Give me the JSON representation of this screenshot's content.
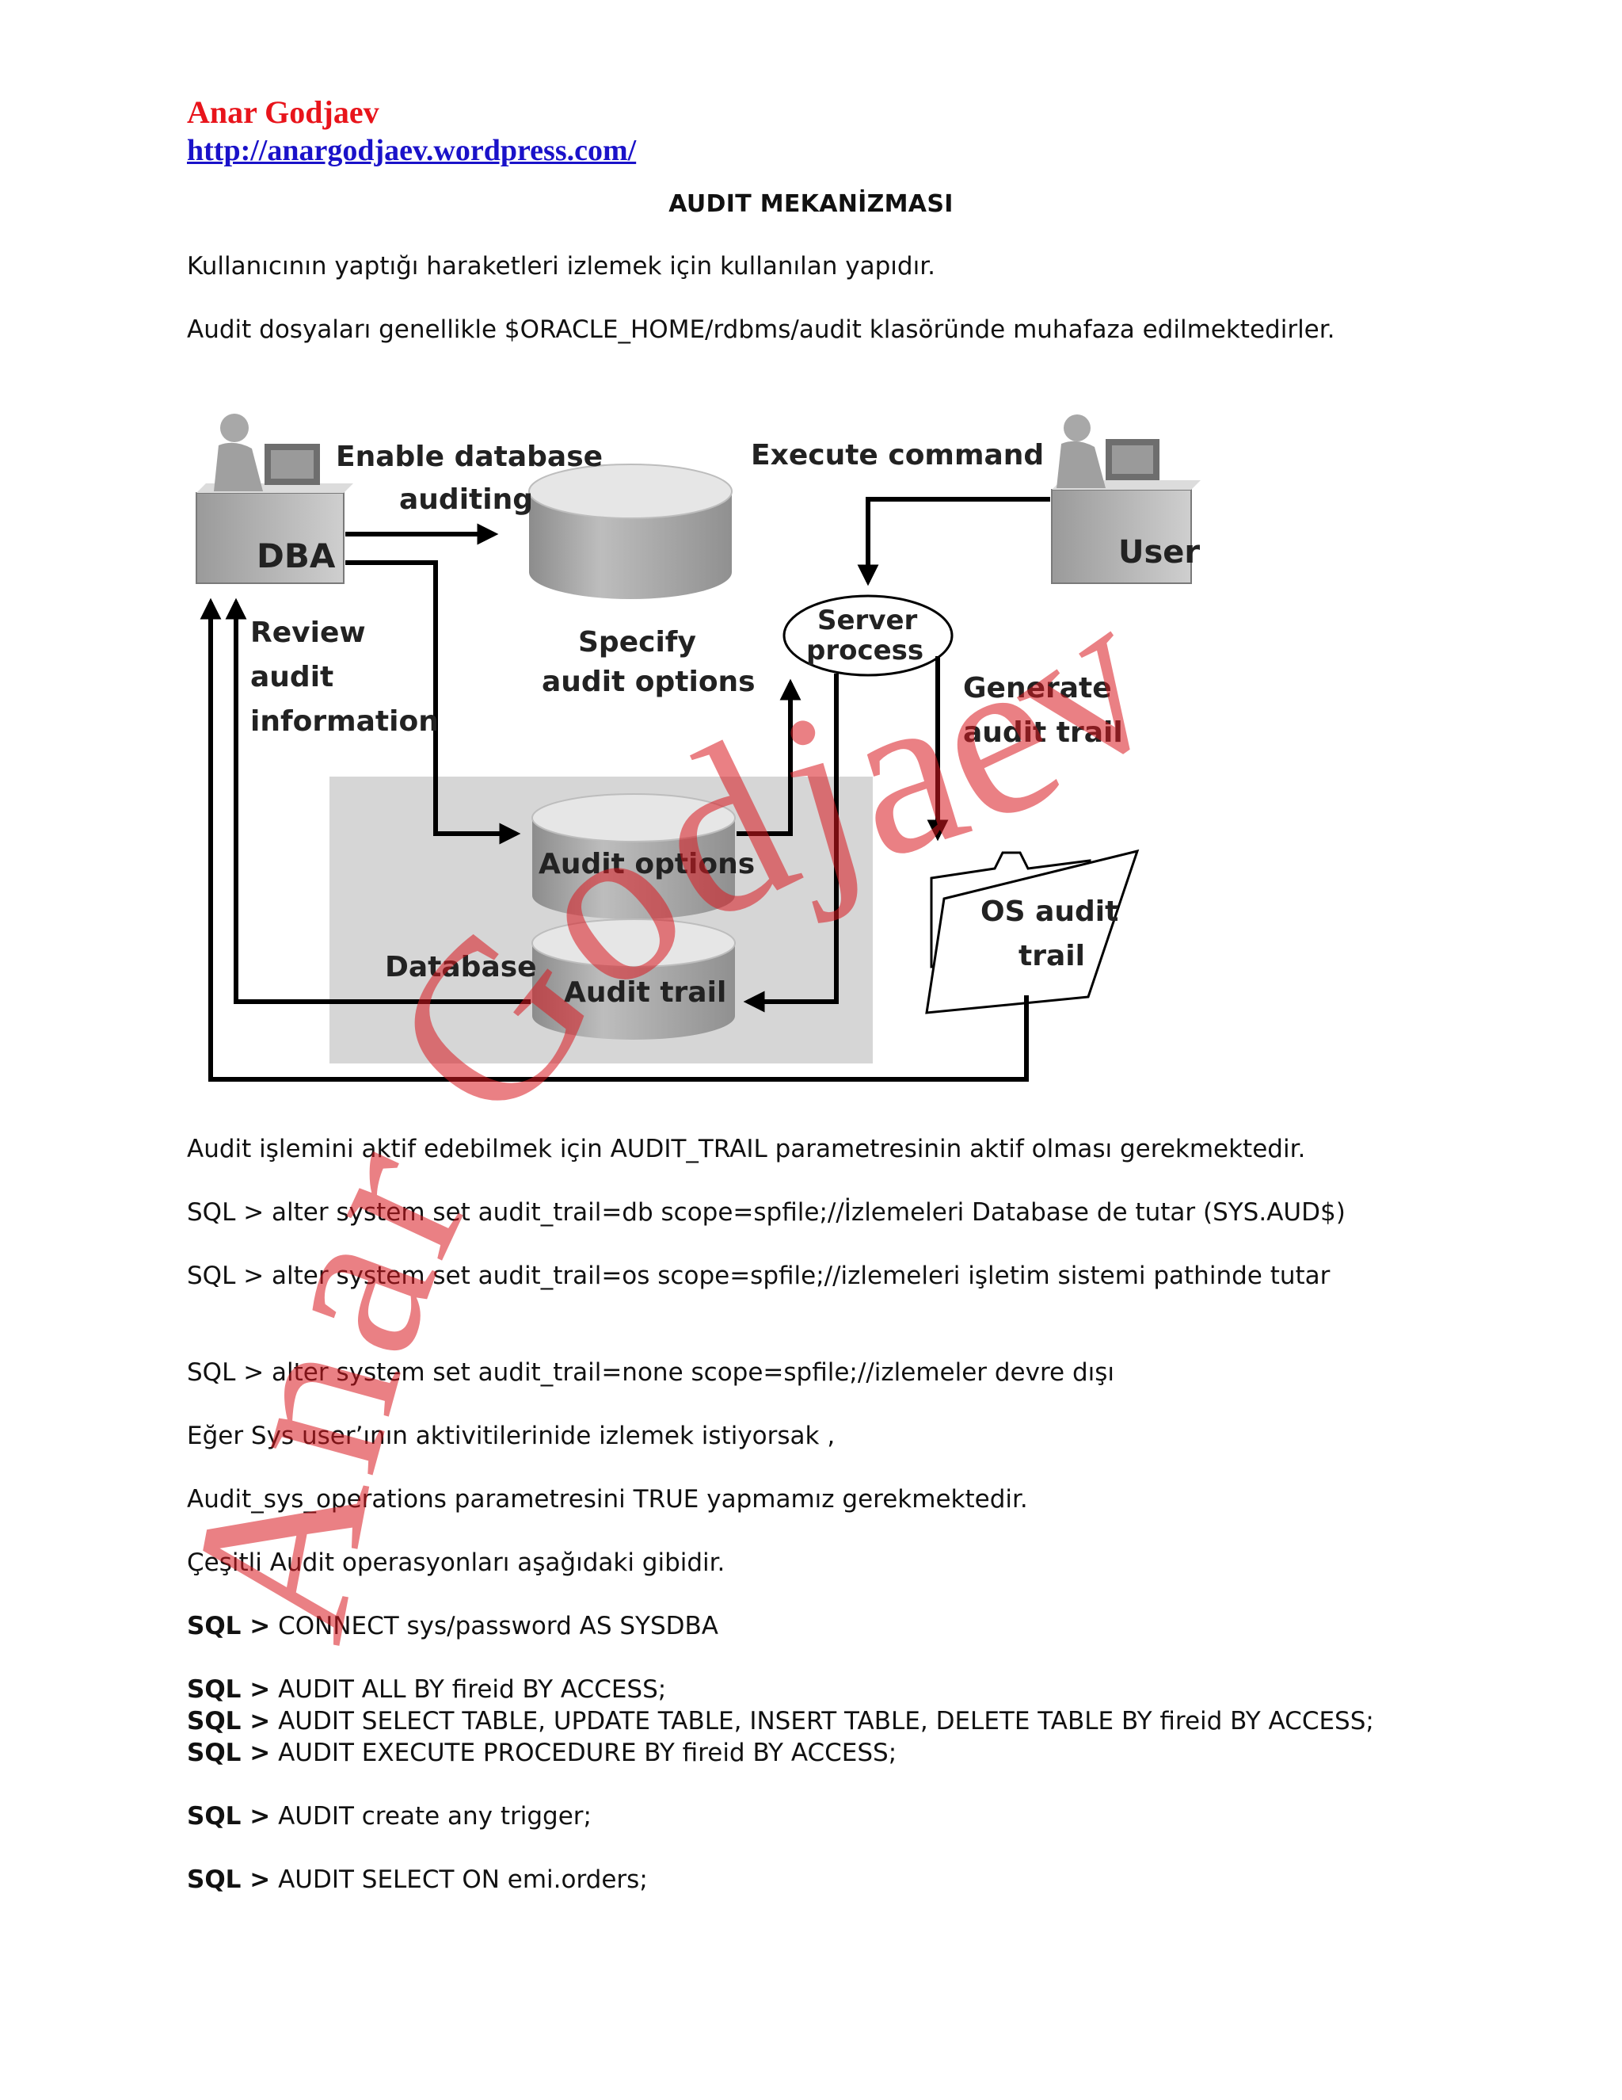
{
  "header": {
    "author": "Anar Godjaev",
    "url": "http://anargodjaev.wordpress.com/"
  },
  "title": "AUDIT MEKANİZMASI",
  "paragraphs": {
    "p1": "Kullanıcının yaptığı haraketleri izlemek için kullanılan yapıdır.",
    "p2": "Audit dosyaları genellikle $ORACLE_HOME/rdbms/audit klasöründe muhafaza edilmektedirler.",
    "p3": "Audit işlemini aktif edebilmek için AUDIT_TRAIL parametresinin aktif olması gerekmektedir.",
    "p4": "SQL > alter system set audit_trail=db scope=spfile;//İzlemeleri Database de tutar (SYS.AUD$)",
    "p5": "SQL > alter system set audit_trail=os scope=spfile;//izlemeleri işletim sistemi pathinde tutar",
    "p6": "SQL > alter system set audit_trail=none scope=spfile;//izlemeler devre dışı",
    "p7": "Eğer Sys user’ının aktivitilerinide izlemek istiyorsak ,",
    "p8": "Audit_sys_operations parametresini TRUE yapmamız gerekmektedir.",
    "p9": "Çeşitli Audit operasyonları aşağıdaki gibidir."
  },
  "commands": {
    "prefix": "SQL >",
    "c1": "CONNECT sys/password AS SYSDBA",
    "c2": "AUDIT ALL BY fireid BY ACCESS;",
    "c3": "AUDIT SELECT TABLE, UPDATE TABLE, INSERT TABLE, DELETE TABLE BY fireid BY ACCESS;",
    "c4": "AUDIT EXECUTE PROCEDURE BY fireid BY ACCESS;",
    "c5": "AUDIT create any trigger;",
    "c6": "AUDIT SELECT ON emi.orders;"
  },
  "diagram": {
    "dba": "DBA",
    "user": "User",
    "enable_1": "Enable database",
    "enable_2": "auditing",
    "execute": "Execute command",
    "specify_1": "Specify",
    "specify_2": "audit options",
    "server_1": "Server",
    "server_2": "process",
    "review_1": "Review",
    "review_2": "audit",
    "review_3": "information",
    "generate_1": "Generate",
    "generate_2": "audit trail",
    "audit_options": "Audit options",
    "database": "Database",
    "audit_trail": "Audit trail",
    "os_1": "OS audit",
    "os_2": "trail"
  },
  "watermark": {
    "text": "Anar Godjaev",
    "color": "#d9181f"
  }
}
